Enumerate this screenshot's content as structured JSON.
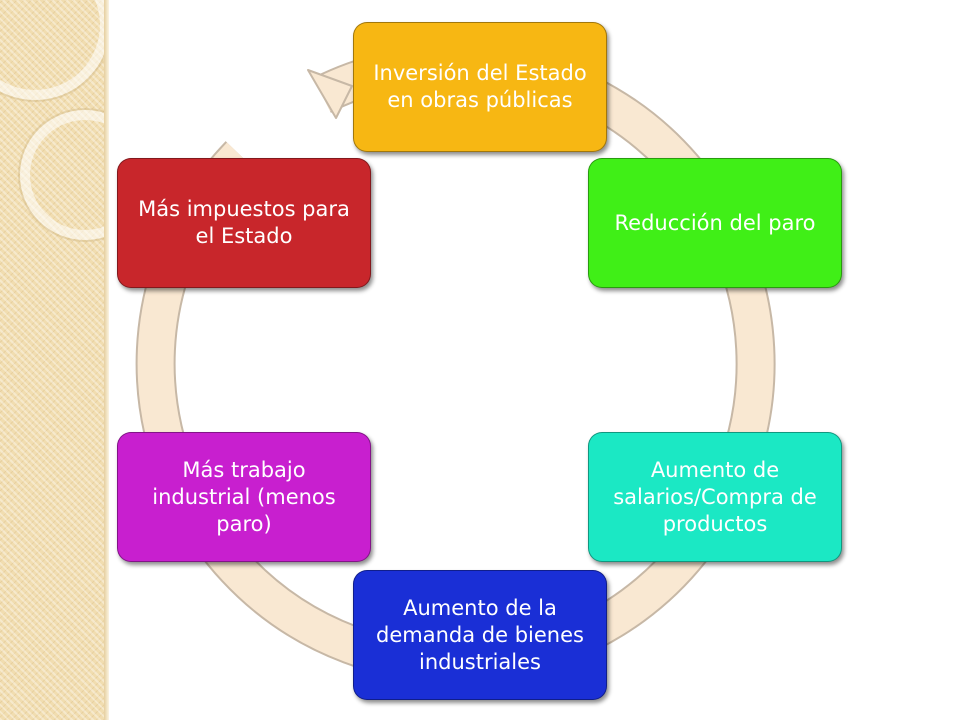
{
  "diagram": {
    "type": "cycle",
    "arrow_color": "#f9e8d2",
    "arrow_outline": "#c7b8a6",
    "nodes": [
      {
        "id": "inversion",
        "label": "Inversión del Estado en obras públicas",
        "color": "#f7b713"
      },
      {
        "id": "reduccion",
        "label": "Reducción del paro",
        "color": "#40ef17"
      },
      {
        "id": "salarios",
        "label": "Aumento de salarios/Compra de productos",
        "color": "#1be8c4"
      },
      {
        "id": "demanda",
        "label": "Aumento de la demanda de bienes industriales",
        "color": "#1a2fd6"
      },
      {
        "id": "trabajo",
        "label": "Más trabajo industrial (menos paro)",
        "color": "#c81fcf"
      },
      {
        "id": "impuestos",
        "label": "Más impuestos para el Estado",
        "color": "#c8262b"
      }
    ]
  }
}
